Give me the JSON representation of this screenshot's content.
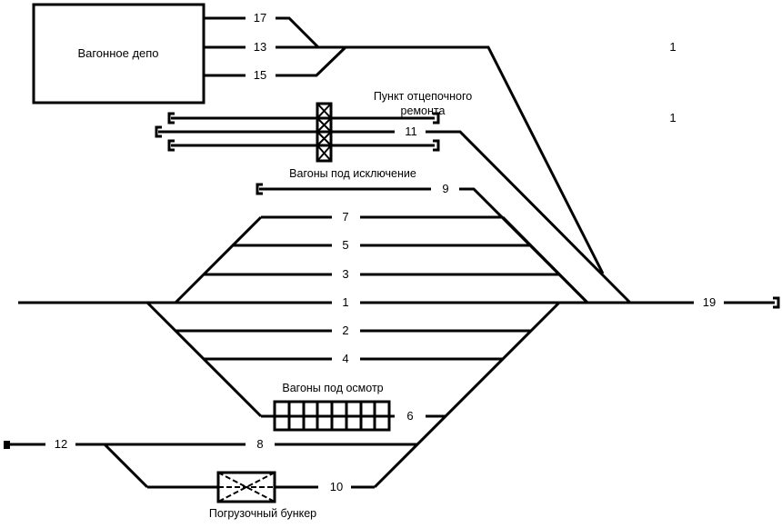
{
  "depot": {
    "label": "Вагонное депо"
  },
  "captions": {
    "repair_point": [
      "Пункт отцепочного",
      "ремонта"
    ],
    "excluded_wagons": "Вагоны под исключение",
    "inspection_wagons": "Вагоны под осмотр",
    "loading_bunker": "Погрузочный бункер"
  },
  "tracks": {
    "t17": "17",
    "t13": "13",
    "t15": "15",
    "t11": "11",
    "t9": "9",
    "t7": "7",
    "t5": "5",
    "t3": "3",
    "t1": "1",
    "t2": "2",
    "t4": "4",
    "t6": "6",
    "t8": "8",
    "t10": "10",
    "t12": "12",
    "t19": "19"
  },
  "right_labels": {
    "top": "1",
    "second": "1"
  },
  "colors": {
    "line": "#000000",
    "background": "#ffffff"
  }
}
